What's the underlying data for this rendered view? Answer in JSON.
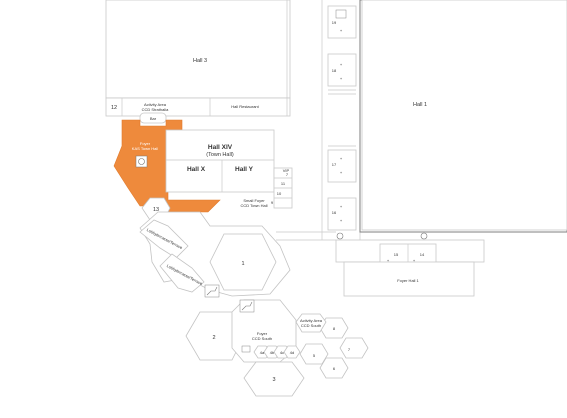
{
  "halls": {
    "hall_3": "Hall 3",
    "hall_1": "Hall 1",
    "hall_xiv_line1": "Hall XIV",
    "hall_xiv_line2": "(Town Hall)",
    "hall_x": "Hall X",
    "hall_y": "Hall Y"
  },
  "rooms": {
    "r12": "12",
    "activity_area_line1": "Activity Area",
    "activity_area_line2": "CCD Strathalia",
    "bar": "Bar",
    "hall_restaurant": "Hall Restaurant",
    "foyer_line1": "Foyer",
    "foyer_line2": "KAS Town Hall",
    "r13": "13",
    "r7": "7",
    "r11": "11",
    "r10": "10",
    "r9": "9",
    "small_foyer_line1": "Small Foyer",
    "small_foyer_line2": "CCD Town Hall",
    "r19": "19",
    "r18": "18",
    "r17": "17",
    "r16": "16",
    "r15": "15",
    "r14": "14",
    "foyer_hall1": "Foyer Hall 1",
    "r1": "1",
    "r2": "2",
    "r3": "3",
    "r4a": "4a",
    "r4b": "4b",
    "r4c": "4c",
    "r4d": "4d",
    "r5": "5",
    "r6": "6",
    "r7b": "7",
    "r8": "8",
    "activity_area_south_line1": "Activity Area",
    "activity_area_south_line2": "CCD South",
    "foyer_south_line1": "Foyer",
    "foyer_south_line2": "CCD South",
    "gallery_north": "Lobbyterrasse/Terrace",
    "gallery_south": "Lobbyterrasse/Terrace",
    "vip": "VIP"
  },
  "colors": {
    "highlight": "#ee8a3c",
    "wall": "#c9c9c9"
  },
  "icons": [
    "wc-icon",
    "stairs-icon",
    "elevator-icon",
    "cloakroom-icon"
  ]
}
